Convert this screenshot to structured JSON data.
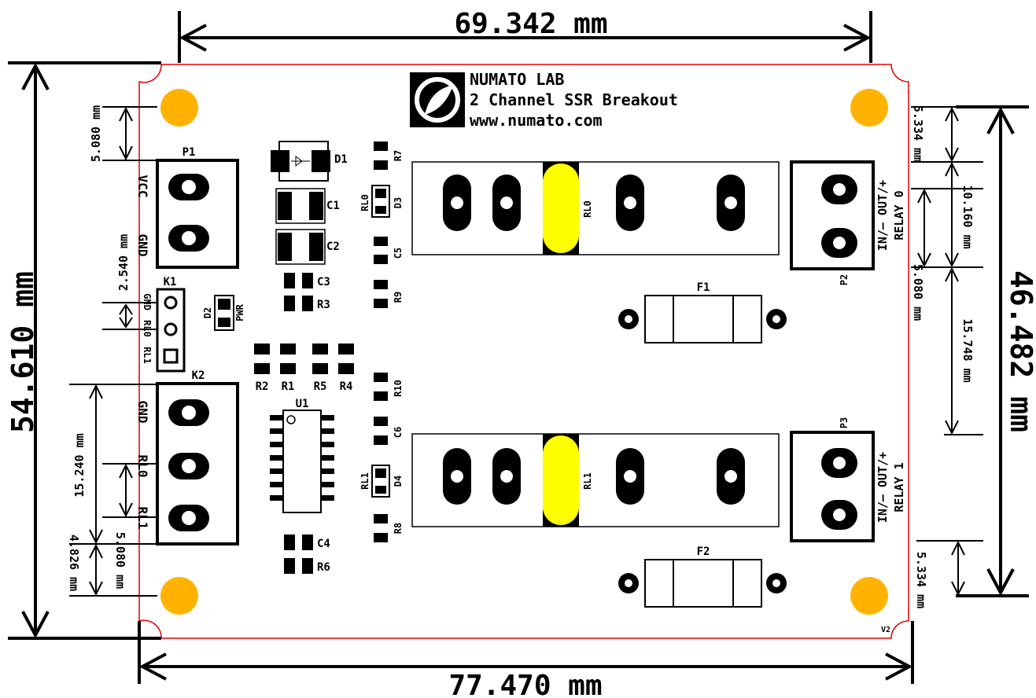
{
  "dimensions": {
    "top": "69.342 mm",
    "bottom": "77.470 mm",
    "left": "54.610 mm",
    "right": "46.482 mm",
    "d_5080_top_left": "5.080 mm",
    "d_2540": "2.540 mm",
    "d_15240": "15.240 mm",
    "d_4826": "4.826 mm",
    "d_5080_bottom_left": "5.080 mm",
    "d_5334_top_right": "5.334 mm",
    "d_10160": "10.160 mm",
    "d_5080_right": "5.080 mm",
    "d_15748": "15.748 mm",
    "d_5334_bottom_right": "5.334 mm"
  },
  "header": {
    "line1": "NUMATO LAB",
    "line2": "2 Channel SSR Breakout",
    "line3": "www.numato.com"
  },
  "refs": {
    "P1": "P1",
    "P2": "P2",
    "P3": "P3",
    "K1": "K1",
    "K2": "K2",
    "D1": "D1",
    "D2": "D2",
    "D3": "D3",
    "D4": "D4",
    "C1": "C1",
    "C2": "C2",
    "C3": "C3",
    "C4": "C4",
    "C5": "C5",
    "C6": "C6",
    "R1": "R1",
    "R2": "R2",
    "R3": "R3",
    "R4": "R4",
    "R5": "R5",
    "R6": "R6",
    "R7": "R7",
    "R8": "R8",
    "R9": "R9",
    "R10": "R10",
    "U1": "U1",
    "F1": "F1",
    "F2": "F2",
    "RL0": "RL0",
    "RL1": "RL1",
    "PWR": "PWR",
    "RL0_led": "RL0",
    "RL1_led": "RL1",
    "version": "V2"
  },
  "pin_labels": {
    "p1_vcc": "VCC",
    "p1_gnd": "GND",
    "k1_gnd": "GND",
    "k1_rl0": "RL0",
    "k1_rl1": "RL1",
    "k2_gnd": "GND",
    "k2_rl0": "RL0",
    "k2_rl1": "RL1",
    "p2_relay": "RELAY 0",
    "p2_pins": "IN/– OUT/+",
    "p3_relay": "RELAY 1",
    "p3_pins": "IN/– OUT/+"
  },
  "colors": {
    "board_outline": "#ff0000",
    "mount_hole": "#ffb300",
    "relay_highlight": "#ffff00",
    "copper": "#000000"
  }
}
